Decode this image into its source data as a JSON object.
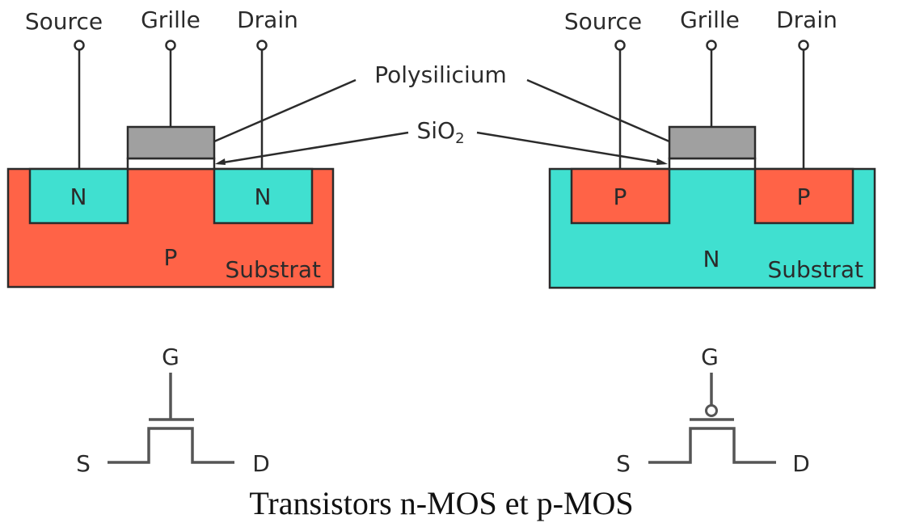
{
  "colors": {
    "n_region": "#40e0d0",
    "p_region": "#ff6347",
    "gate": "#a0a0a0",
    "oxide": "#ffffff"
  },
  "terminals": {
    "source": "Source",
    "gate": "Grille",
    "drain": "Drain"
  },
  "callouts": {
    "polysilicon": "Polysilicium",
    "oxide_main": "SiO",
    "oxide_sub": "2"
  },
  "nmos": {
    "source_region": "N",
    "drain_region": "N",
    "substrate_type": "P",
    "substrate_label": "Substrat"
  },
  "pmos": {
    "source_region": "P",
    "drain_region": "P",
    "substrate_type": "N",
    "substrate_label": "Substrat"
  },
  "symbols": {
    "gate": "G",
    "source": "S",
    "drain": "D"
  },
  "caption": "Transistors n-MOS et p-MOS"
}
